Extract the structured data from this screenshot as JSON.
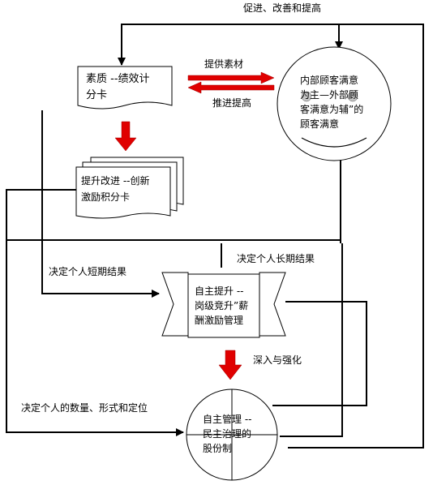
{
  "labels": {
    "top_feedback": "促进、改善和提高",
    "provide_material": "提供素材",
    "push_improve": "推进提高",
    "short_term": "决定个人短期结果",
    "long_term": "决定个人长期结果",
    "deepen": "深入与强化",
    "position": "决定个人的数量、形式和定位"
  },
  "nodes": {
    "quality": {
      "line1": "素质 --绩效计",
      "line2": "分卡"
    },
    "improve": {
      "line1": "提升改进 --创新",
      "line2": "激励积分卡"
    },
    "satisfaction": {
      "line1": "内部顾客满意",
      "line2": "为主—外部顾",
      "line3": "客满意为辅”的",
      "line4": "顾客满意"
    },
    "self_promote": {
      "line1": "自主提升 --",
      "line2": "岗级竞升”薪",
      "line3": "酬激励管理"
    },
    "self_manage": {
      "line1": "自主管理 --",
      "line2": "民主治理的",
      "line3": "股份制"
    }
  },
  "colors": {
    "arrow_red": "#e00000",
    "line": "#000000"
  }
}
